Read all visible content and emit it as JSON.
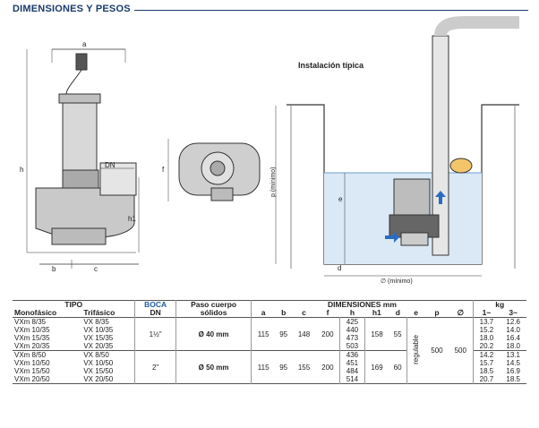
{
  "header": {
    "title": "DIMENSIONES Y PESOS"
  },
  "drawing": {
    "labels": {
      "a": "a",
      "b": "b",
      "c": "c",
      "h": "h",
      "h1": "h1",
      "dn": "DN",
      "f": "f",
      "e": "e",
      "d": "d",
      "p": "p (mínimo)",
      "min_width": "∅ (mínimo)"
    },
    "installation_title": "Instalación típica"
  },
  "table": {
    "head1": {
      "tipo": "TIPO",
      "boca": "BOCA",
      "paso": "Paso cuerpo",
      "dim": "DIMENSIONES mm",
      "kg": "kg"
    },
    "head2": {
      "mono": "Monofásico",
      "tri": "Trifásico",
      "dn": "DN",
      "solidos": "sólidos",
      "a": "a",
      "b": "b",
      "c": "c",
      "f": "f",
      "h": "h",
      "h1": "h1",
      "d": "d",
      "e": "e",
      "p": "p",
      "o": "∅",
      "k1": "1~",
      "k3": "3~"
    },
    "shared": {
      "e": "regulable",
      "p": "500",
      "o": "500"
    },
    "groups": [
      {
        "boca": "1½\"",
        "paso": "Ø 40 mm",
        "a": "115",
        "b": "95",
        "c": "148",
        "f": "200",
        "h1": "158",
        "d": "55",
        "rows": [
          {
            "mono": "VXm 8/35",
            "tri": "VX 8/35",
            "h": "425",
            "k1": "13.7",
            "k3": "12.6"
          },
          {
            "mono": "VXm 10/35",
            "tri": "VX 10/35",
            "h": "440",
            "k1": "15.2",
            "k3": "14.0"
          },
          {
            "mono": "VXm 15/35",
            "tri": "VX 15/35",
            "h": "473",
            "k1": "18.0",
            "k3": "16.4"
          },
          {
            "mono": "VXm 20/35",
            "tri": "VX 20/35",
            "h": "503",
            "k1": "20.2",
            "k3": "18.0"
          }
        ]
      },
      {
        "boca": "2\"",
        "paso": "Ø 50 mm",
        "a": "115",
        "b": "95",
        "c": "155",
        "f": "200",
        "h1": "169",
        "d": "60",
        "rows": [
          {
            "mono": "VXm 8/50",
            "tri": "VX 8/50",
            "h": "436",
            "k1": "14.2",
            "k3": "13.1"
          },
          {
            "mono": "VXm 10/50",
            "tri": "VX 10/50",
            "h": "451",
            "k1": "15.7",
            "k3": "14.5"
          },
          {
            "mono": "VXm 15/50",
            "tri": "VX 15/50",
            "h": "484",
            "k1": "18.5",
            "k3": "16.9"
          },
          {
            "mono": "VXm 20/50",
            "tri": "VX 20/50",
            "h": "514",
            "k1": "20.7",
            "k3": "18.5"
          }
        ]
      }
    ]
  }
}
